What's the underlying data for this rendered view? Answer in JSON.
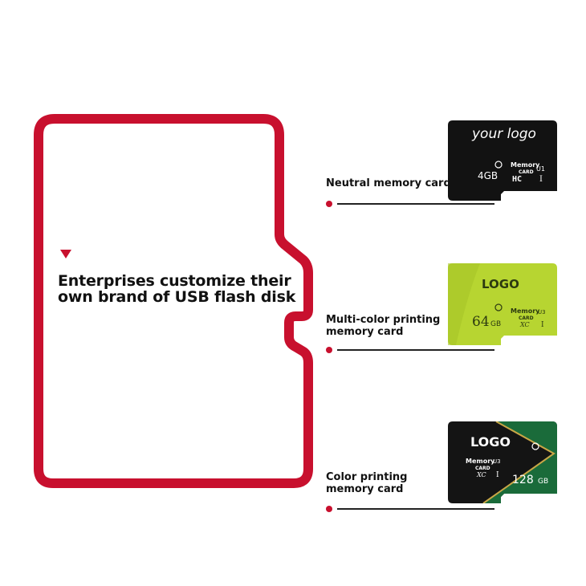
{
  "feature": {
    "headline_line1": "Enterprises customize their",
    "headline_line2": "own brand of USB flash disk",
    "marker_icon": "triangle-down-icon",
    "accent_color": "#c8102e"
  },
  "cards": [
    {
      "label": "Neutral memory card",
      "logo_text": "your logo",
      "capacity": "4GB",
      "brand_line1": "Memory",
      "brand_line2": "CARD",
      "class_text": "I",
      "speed_mark": "U1",
      "hc_text": "HC",
      "color": "#111111"
    },
    {
      "label_line1": "Multi-color printing",
      "label_line2": "memory card",
      "logo_text": "LOGO",
      "capacity_num": "64",
      "capacity_unit": "GB",
      "brand_line1": "Memory",
      "brand_line2": "CARD",
      "xc_text": "XC",
      "class_text": "I",
      "speed_mark": "U3",
      "color": "#b7d531"
    },
    {
      "label_line1": "Color printing",
      "label_line2": "memory card",
      "logo_text": "LOGO",
      "capacity_num": "128",
      "capacity_unit": "GB",
      "brand_line1": "Memory",
      "brand_line2": "CARD",
      "xc_text": "XC",
      "class_text": "I",
      "speed_mark": "U3",
      "color": "#1a6b3a"
    }
  ]
}
